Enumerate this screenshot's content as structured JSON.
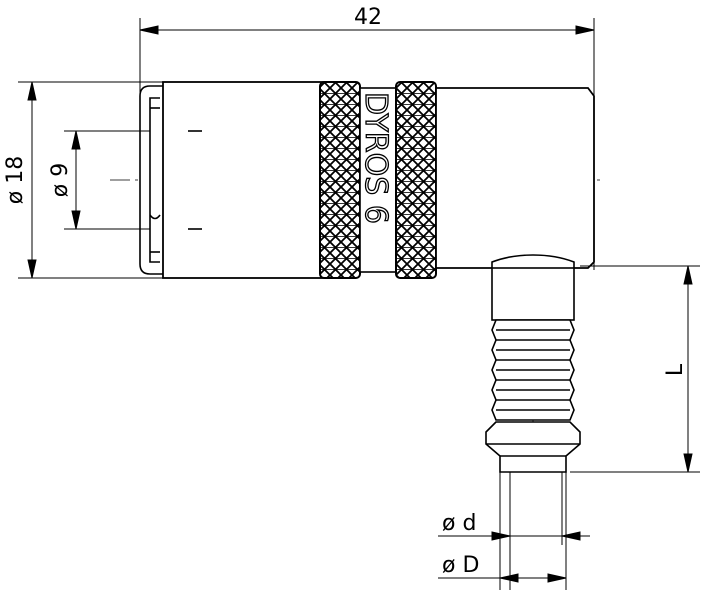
{
  "dimensions": {
    "overall_length": "42",
    "outer_diameter": "ø 18",
    "bore_diameter": "ø 9",
    "hose_length": "L",
    "hose_inner_diameter": "ø d",
    "hose_outer_diameter": "ø D"
  },
  "engraving": "DYROS 6"
}
